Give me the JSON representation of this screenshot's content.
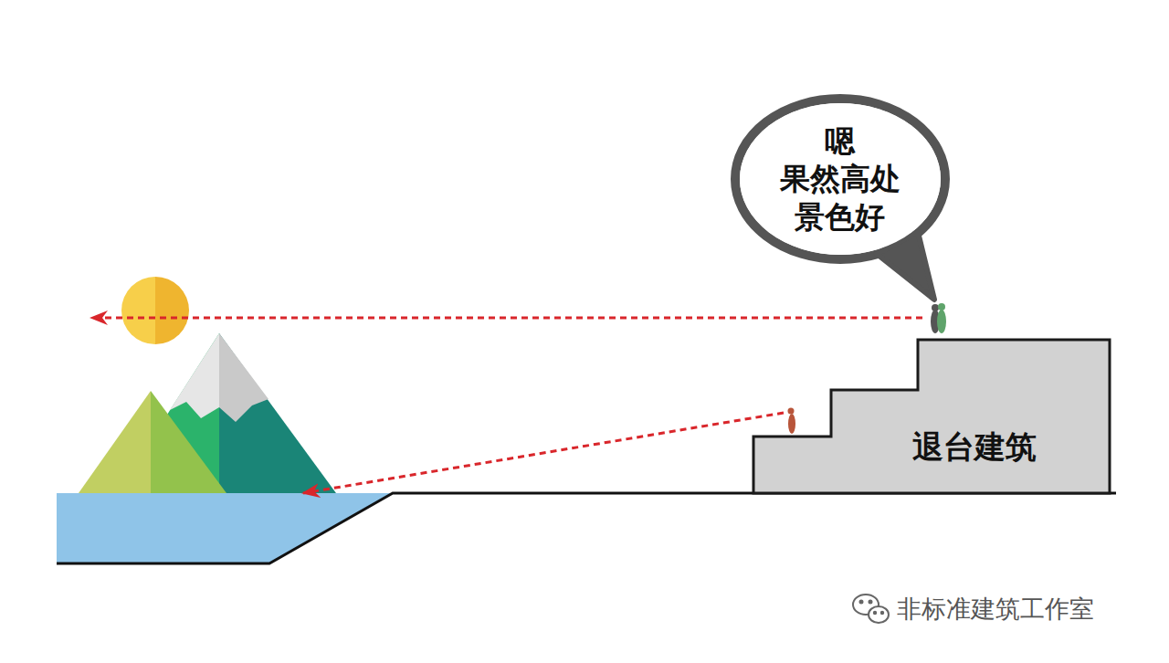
{
  "diagram": {
    "nodes": [
      {
        "text": [
          "嗯 果然高处 景色好"
        ]
      },
      {
        "text": [
          "退台建筑"
        ]
      }
    ],
    "labels": [
      "非标准建筑工作室"
    ]
  }
}
